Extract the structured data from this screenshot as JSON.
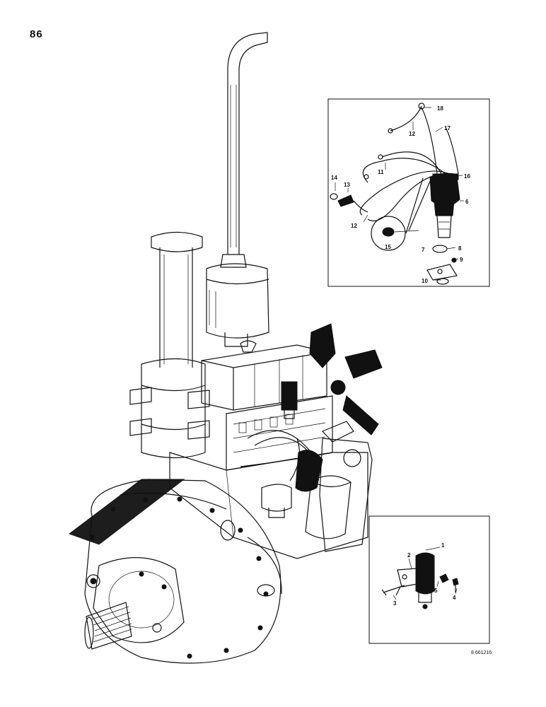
{
  "page": {
    "number": "86",
    "figure_code": "8 661216"
  },
  "distributor_inset": {
    "callouts": [
      "18",
      "12",
      "17",
      "11",
      "16",
      "14",
      "13",
      "6",
      "12",
      "15",
      "7",
      "8",
      "9",
      "10"
    ]
  },
  "coil_inset": {
    "callouts": [
      "1",
      "2",
      "5",
      "4",
      "3"
    ]
  }
}
